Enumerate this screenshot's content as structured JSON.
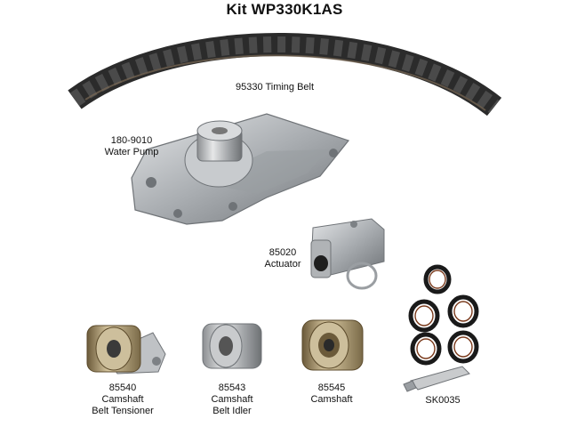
{
  "kit_title": "Kit WP330K1AS",
  "parts": {
    "timing_belt": {
      "label": "95330 Timing Belt"
    },
    "water_pump": {
      "part_no": "180-9010",
      "name": "Water Pump"
    },
    "actuator": {
      "part_no": "85020",
      "name": "Actuator"
    },
    "tensioner": {
      "part_no": "85540",
      "line1": "Camshaft",
      "line2": "Belt Tensioner"
    },
    "idler": {
      "part_no": "85543",
      "line1": "Camshaft",
      "line2": "Belt Idler"
    },
    "camshaft": {
      "part_no": "85545",
      "line1": "Camshaft"
    },
    "seal_kit": {
      "part_no": "SK0035"
    }
  },
  "colors": {
    "belt": "#2b2b2b",
    "metal": "#b9bcbf",
    "metal_dark": "#7d8185",
    "seal": "#1a1a1a",
    "seal_accent": "#7a3a1c"
  }
}
